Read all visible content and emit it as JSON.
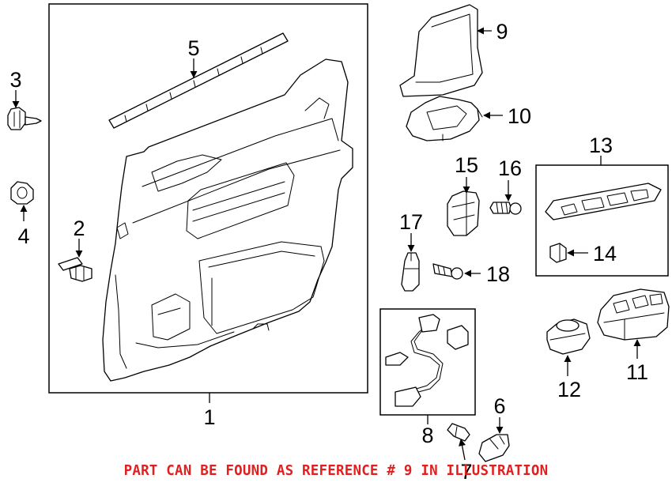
{
  "diagram": {
    "callouts": [
      "1",
      "2",
      "3",
      "4",
      "5",
      "6",
      "7",
      "8",
      "9",
      "10",
      "11",
      "12",
      "13",
      "14",
      "15",
      "16",
      "17",
      "18"
    ],
    "caption": "PART CAN BE FOUND AS REFERENCE # 9 IN ILLUSTRATION",
    "caption_color": "#e02020",
    "line_color": "#000000"
  }
}
